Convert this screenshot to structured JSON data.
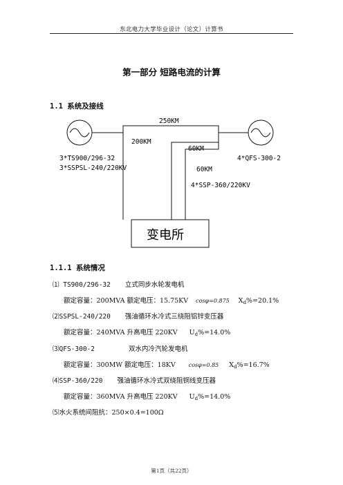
{
  "header": {
    "text": "东北电力大学毕业设计（论文）计算书"
  },
  "title": "第一部分  短路电流的计算",
  "section": {
    "num": "1.1",
    "title": "系统及接线"
  },
  "diagram": {
    "line_250": "250KM",
    "line_200": "200KM",
    "line_60a": "60KM",
    "line_60b": "60KM",
    "left_gen": "3*TS900/296-32",
    "left_tf": "3*SSPSL-240/220KV",
    "right_gen": "4*QFS-300-2",
    "right_tf": "4*SSP-360/220KV",
    "substation": "变电所"
  },
  "subsection": {
    "num": "1.1.1",
    "title": "系统情况"
  },
  "items": [
    {
      "label": "⑴ TS900/296-32",
      "desc": "立式同步水轮发电机"
    },
    {
      "detail": "额定容量：200MVA  额定电压：15.75KV",
      "cos": "cosφ=0.875",
      "xd": "X",
      "xd_sub": "d",
      "xd_val": "%=20.1%"
    },
    {
      "label": "⑵SSPSL-240/220",
      "desc": "强油循环水冷式三绕阻铝锌变压器"
    },
    {
      "detail": "额定容量：240MVA  升高电压 220KV",
      "ud": "U",
      "ud_sub": "d",
      "ud_val": "%=14.0%"
    },
    {
      "label": "⑶QFS-300-2",
      "desc": "双水内冷汽轮发电机"
    },
    {
      "detail": "额定容量：300MW    额定电压：18KV",
      "cos": "cosφ=0.85",
      "xd": "X",
      "xd_sub": "d",
      "xd_val": "%=16.7%"
    },
    {
      "label": "⑷SSP-360/220",
      "desc": "强油循环水冷式双绕阻铜线变压器"
    },
    {
      "detail": "额定容量：360MVA   升高电压 220KV",
      "ud": "U",
      "ud_sub": "d",
      "ud_val": "%=14.0%"
    },
    {
      "label": "⑸水火系统间阻抗：250×0.4=100Ω"
    }
  ],
  "footer": {
    "text": "第1页（共22页）"
  }
}
